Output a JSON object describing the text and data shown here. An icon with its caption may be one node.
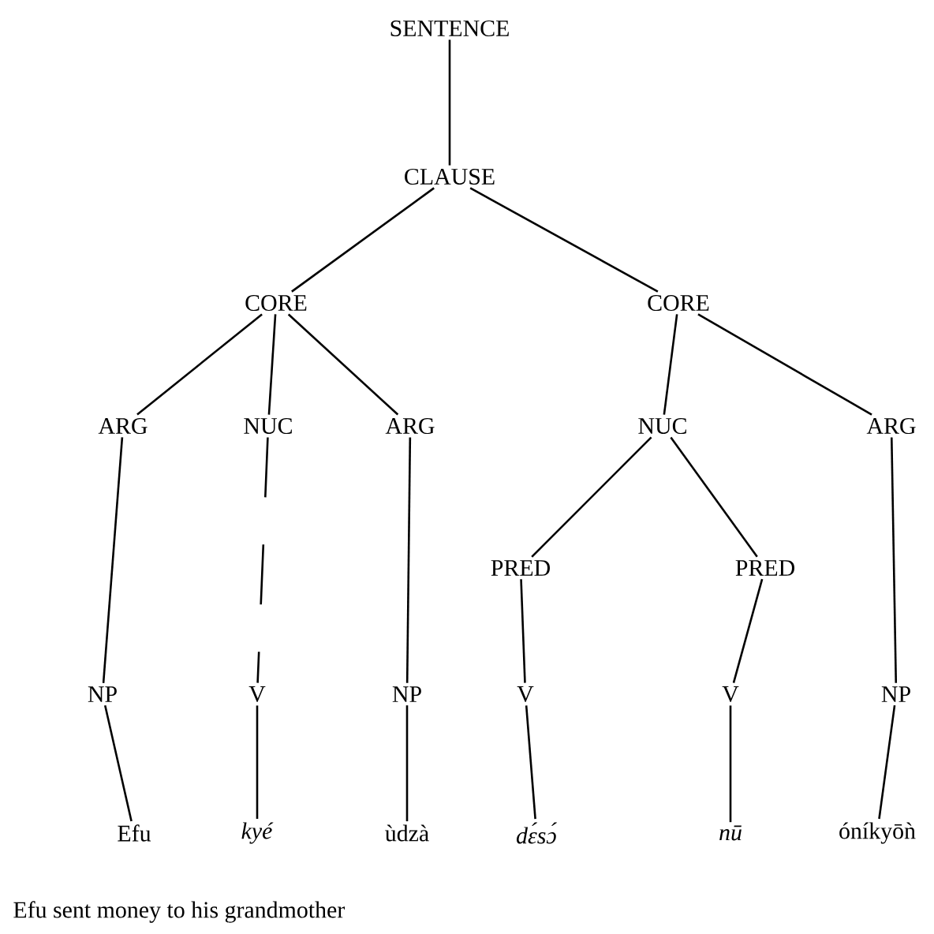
{
  "diagram": {
    "caption": "Efu sent money to his grandmother",
    "nodes": [
      {
        "text": [
          "SENTENCE"
        ]
      },
      {
        "text": [
          "CLAUSE"
        ]
      },
      {
        "text": [
          "CORE"
        ]
      },
      {
        "text": [
          "CORE"
        ]
      },
      {
        "text": [
          "ARG"
        ]
      },
      {
        "text": [
          "NUC"
        ]
      },
      {
        "text": [
          "ARG"
        ]
      },
      {
        "text": [
          "NUC"
        ]
      },
      {
        "text": [
          "ARG"
        ]
      },
      {
        "text": [
          "PRED"
        ]
      },
      {
        "text": [
          "PRED"
        ]
      },
      {
        "text": [
          "NP"
        ]
      },
      {
        "text": [
          "V"
        ]
      },
      {
        "text": [
          "NP"
        ]
      },
      {
        "text": [
          "V"
        ]
      },
      {
        "text": [
          "V"
        ]
      },
      {
        "text": [
          "NP"
        ]
      },
      {
        "text": [
          "Efu"
        ]
      },
      {
        "text": [
          "*kyé*"
        ]
      },
      {
        "text": [
          "ùdzà"
        ]
      },
      {
        "text": [
          "*dɛ́sɔ́*"
        ]
      },
      {
        "text": [
          "*nū*"
        ]
      },
      {
        "text": [
          "óníkyōǹ"
        ]
      }
    ],
    "edges": [
      {
        "from": 0,
        "to": 1,
        "arrow": "none"
      },
      {
        "from": 1,
        "to": 2,
        "arrow": "none"
      },
      {
        "from": 1,
        "to": 3,
        "arrow": "none"
      },
      {
        "from": 2,
        "to": 4,
        "arrow": "none"
      },
      {
        "from": 2,
        "to": 5,
        "arrow": "none"
      },
      {
        "from": 2,
        "to": 6,
        "arrow": "none"
      },
      {
        "from": 3,
        "to": 7,
        "arrow": "none"
      },
      {
        "from": 3,
        "to": 8,
        "arrow": "none"
      },
      {
        "from": 7,
        "to": 9,
        "arrow": "none"
      },
      {
        "from": 7,
        "to": 10,
        "arrow": "none"
      },
      {
        "from": 4,
        "to": 11,
        "arrow": "none"
      },
      {
        "from": 5,
        "to": 12,
        "arrow": "none",
        "style": "dashed"
      },
      {
        "from": 6,
        "to": 13,
        "arrow": "none"
      },
      {
        "from": 9,
        "to": 14,
        "arrow": "none"
      },
      {
        "from": 10,
        "to": 15,
        "arrow": "none"
      },
      {
        "from": 8,
        "to": 16,
        "arrow": "none"
      },
      {
        "from": 11,
        "to": 17,
        "arrow": "none"
      },
      {
        "from": 12,
        "to": 18,
        "arrow": "none"
      },
      {
        "from": 13,
        "to": 19,
        "arrow": "none"
      },
      {
        "from": 14,
        "to": 20,
        "arrow": "none"
      },
      {
        "from": 15,
        "to": 21,
        "arrow": "none"
      },
      {
        "from": 16,
        "to": 22,
        "arrow": "none"
      }
    ]
  }
}
